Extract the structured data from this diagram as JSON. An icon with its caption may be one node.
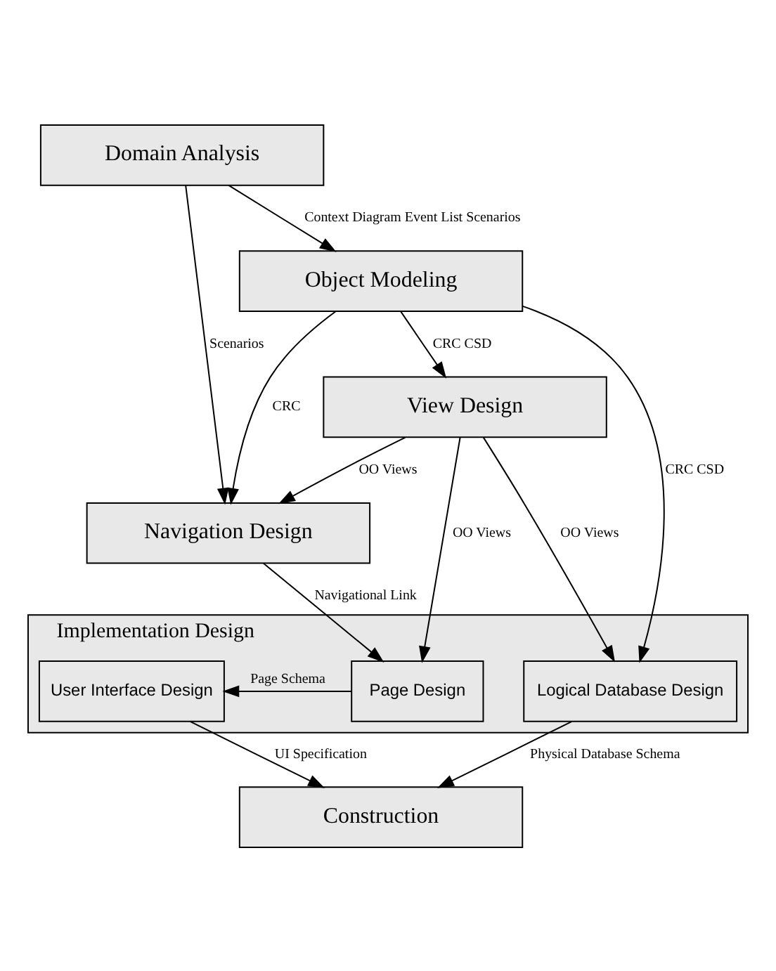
{
  "diagram": {
    "nodes": [
      {
        "text": [
          "Domain Analysis"
        ]
      },
      {
        "text": [
          "Object Modeling"
        ]
      },
      {
        "text": [
          "View Design"
        ]
      },
      {
        "text": [
          "Navigation Design"
        ]
      },
      {
        "text": [
          "Implementation Design"
        ]
      },
      {
        "text": [
          "Page Design"
        ],
        "in": 4
      },
      {
        "text": [
          "User Interface Design"
        ],
        "in": 4
      },
      {
        "text": [
          "Logical Database Design"
        ],
        "in": 4
      },
      {
        "text": [
          "Construction"
        ]
      }
    ],
    "edges": [
      {
        "from": 0,
        "to": 1,
        "arrow": "to",
        "label": "Context Diagram Event List Scenarios"
      },
      {
        "from": 0,
        "to": 3,
        "arrow": "to",
        "label": "Scenarios"
      },
      {
        "from": 1,
        "to": 2,
        "arrow": "to",
        "label": "CRC CSD"
      },
      {
        "from": 1,
        "to": 3,
        "arrow": "to",
        "label": "CRC"
      },
      {
        "from": 1,
        "to": 7,
        "arrow": "to",
        "label": "CRC CSD"
      },
      {
        "from": 2,
        "to": 3,
        "arrow": "to",
        "label": "OO Views"
      },
      {
        "from": 2,
        "to": 5,
        "arrow": "to",
        "label": "OO Views"
      },
      {
        "from": 2,
        "to": 7,
        "arrow": "to",
        "label": "OO Views"
      },
      {
        "from": 3,
        "to": 5,
        "arrow": "to",
        "label": "Navigational Link"
      },
      {
        "from": 5,
        "to": 6,
        "arrow": "to",
        "label": "Page Schema"
      },
      {
        "from": 6,
        "to": 8,
        "arrow": "to",
        "label": "UI Specification"
      },
      {
        "from": 7,
        "to": 8,
        "arrow": "to",
        "label": "Physical Database Schema"
      }
    ]
  }
}
